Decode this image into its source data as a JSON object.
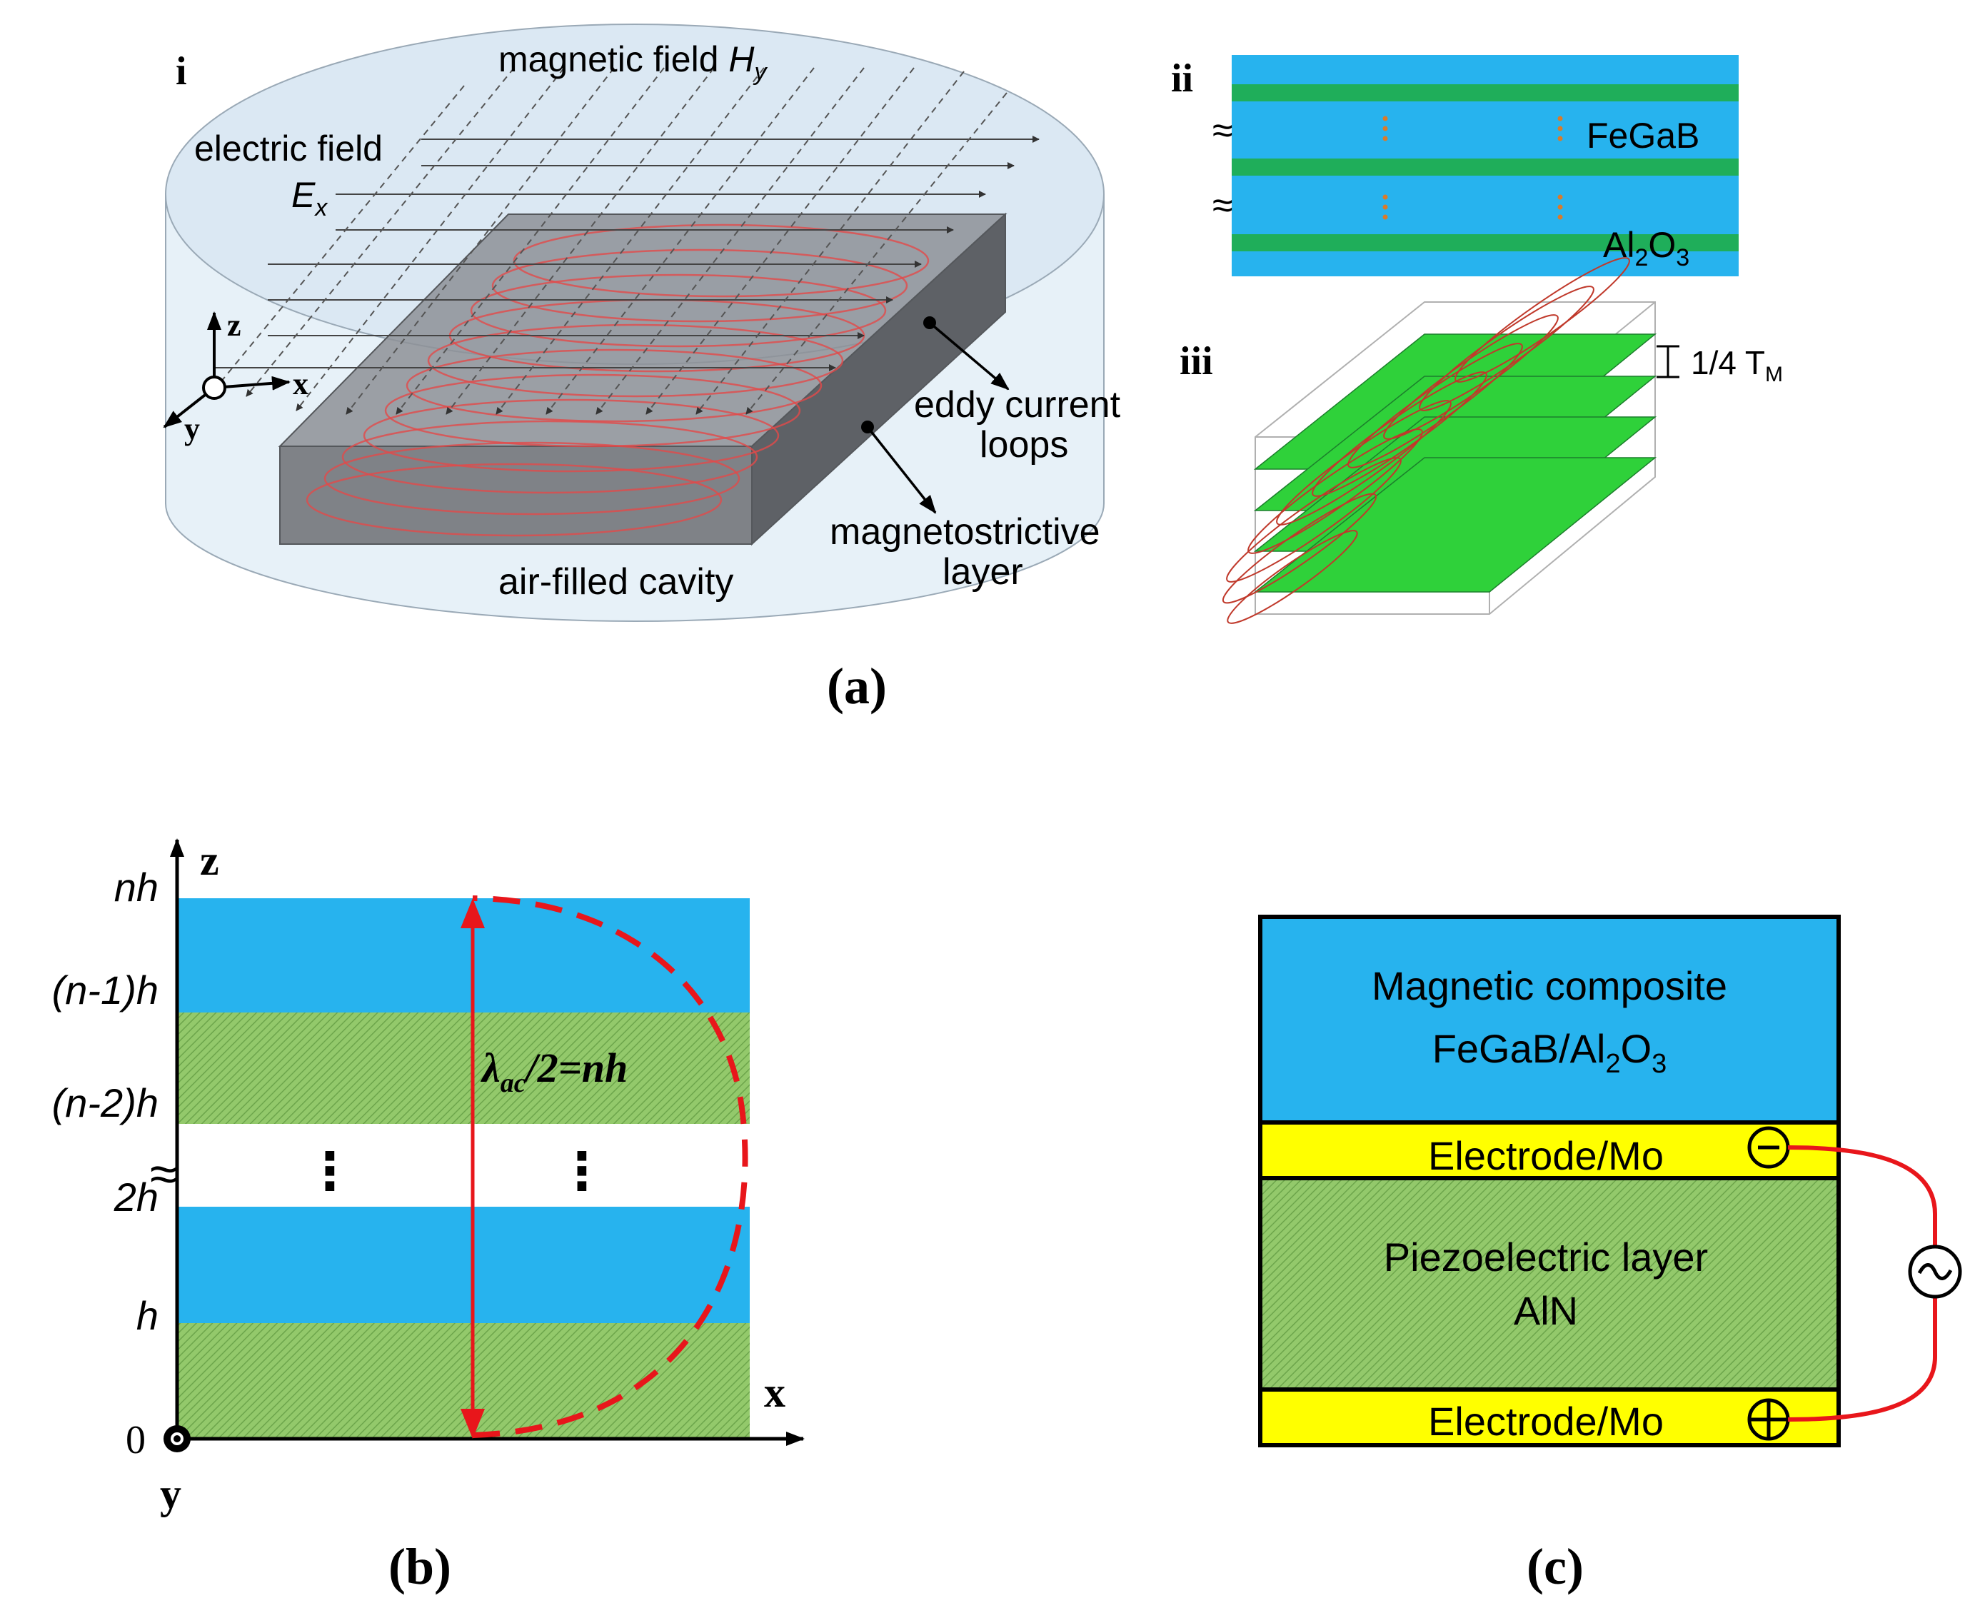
{
  "panel_a": {
    "caption": "(a)",
    "sub_i": "i",
    "sub_ii": "ii",
    "sub_iii": "iii",
    "magnetic_field": "magnetic field ",
    "H": "H",
    "H_sub": "y",
    "electric_field": "electric field",
    "E": "E",
    "E_sub": "x",
    "axis_z": "z",
    "axis_x": "x",
    "axis_y": "y",
    "eddy_1": "eddy current",
    "eddy_2": "loops",
    "magneto_1": "magnetostrictive",
    "magneto_2": "layer",
    "cavity": "air-filled cavity",
    "fegab": "FeGaB",
    "al": "Al",
    "al_sub": "2",
    "o": "O",
    "o_sub": "3",
    "tm_text": "1/4 T",
    "tm_sub": "M",
    "approx": "≈"
  },
  "panel_b": {
    "caption": "(b)",
    "axis_z": "z",
    "axis_x": "x",
    "axis_y": "y",
    "origin": "0",
    "tick_nh": "nh",
    "tick_n1h": "(n-1)h",
    "tick_n2h": "(n-2)h",
    "tick_2h": "2h",
    "tick_h": "h",
    "lambda": "λ",
    "lambda_sub": "ac",
    "lambda_rest": "/2=",
    "lambda_nh": "nh",
    "dots": "⋮",
    "approx": "≈"
  },
  "panel_c": {
    "caption": "(c)",
    "magnetic_1": "Magnetic composite",
    "magnetic_2a": "FeGaB/Al",
    "magnetic_2_sub1": "2",
    "magnetic_2b": "O",
    "magnetic_2_sub2": "3",
    "electrode_top": "Electrode/Mo",
    "piezo_1": "Piezoelectric layer",
    "piezo_2": "AlN",
    "electrode_bottom": "Electrode/Mo",
    "minus": "−",
    "plus": "+",
    "source": "~"
  },
  "colors": {
    "blue": "#27b3ee",
    "green": "#92c96a",
    "bright_green": "#2fd13a",
    "dark_green": "#1fae5a",
    "yellow": "#ffff00",
    "red": "#e8161b",
    "slab_gray": "#8a8d92"
  }
}
